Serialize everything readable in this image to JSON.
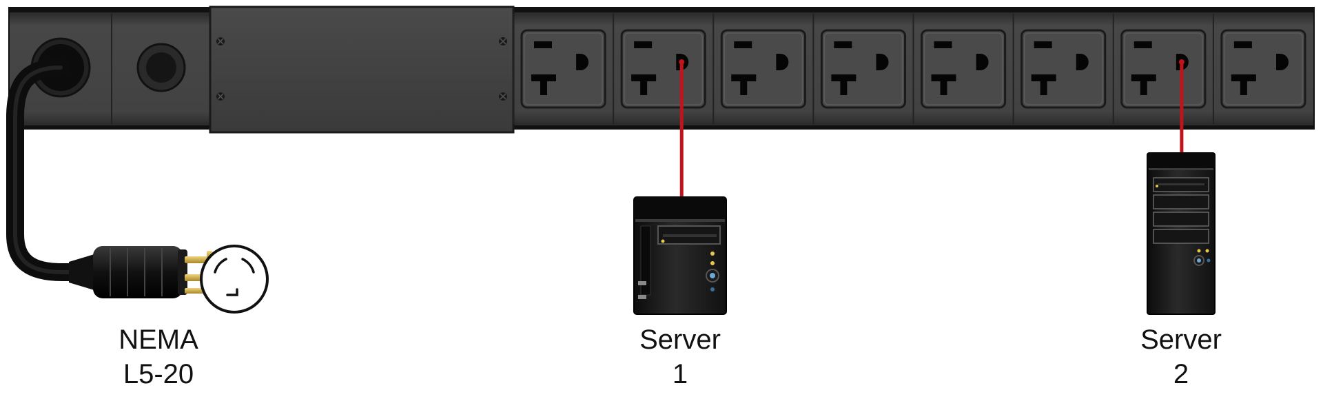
{
  "colors": {
    "strip_body": "#3f3f3f",
    "strip_edge": "#111111",
    "receptacle_face": "#4a4a4a",
    "cable_red": "#c0141b",
    "plug_pins": "#d4b24a",
    "server_body": "#1c1c1c"
  },
  "outlets": {
    "count": 8
  },
  "plug": {
    "name_line1": "NEMA",
    "name_line2": "L5-20"
  },
  "servers": [
    {
      "line1": "Server",
      "line2": "1",
      "outlet_index": 1,
      "style": "mini-tower"
    },
    {
      "line1": "Server",
      "line2": "2",
      "outlet_index": 6,
      "style": "tower"
    }
  ],
  "icons": [
    "power-strip-icon",
    "receptacle-icon",
    "locking-plug-icon",
    "receptacle-face-icon",
    "server-tower-icon"
  ]
}
